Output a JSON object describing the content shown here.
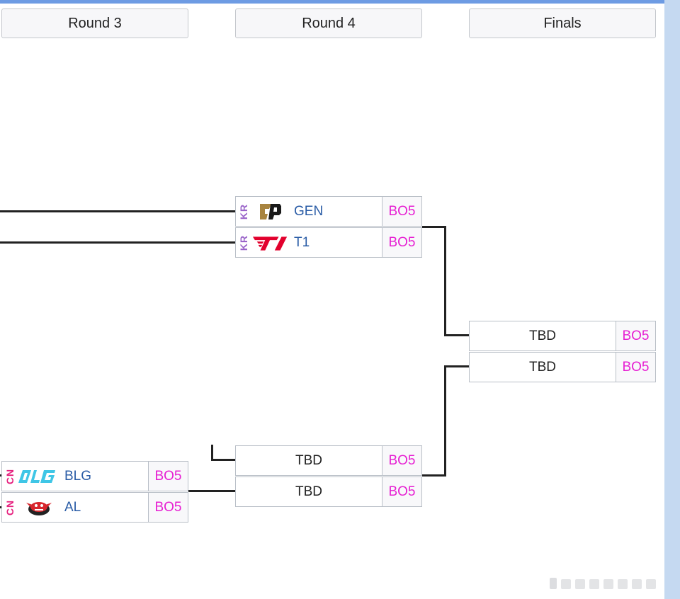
{
  "rounds": [
    {
      "label": "Round 3"
    },
    {
      "label": "Round 4"
    },
    {
      "label": "Finals"
    }
  ],
  "matches": {
    "r3_bottom": {
      "teams": [
        {
          "region": "CN",
          "name": "BLG",
          "logo": "blg-logo",
          "score": "BO5"
        },
        {
          "region": "CN",
          "name": "AL",
          "logo": "al-logo",
          "score": "BO5"
        }
      ]
    },
    "r4_top": {
      "teams": [
        {
          "region": "KR",
          "name": "GEN",
          "logo": "gen-logo",
          "score": "BO5"
        },
        {
          "region": "KR",
          "name": "T1",
          "logo": "t1-logo",
          "score": "BO5"
        }
      ]
    },
    "r4_bottom": {
      "teams": [
        {
          "name": "TBD",
          "score": "BO5"
        },
        {
          "name": "TBD",
          "score": "BO5"
        }
      ]
    },
    "finals": {
      "teams": [
        {
          "name": "TBD",
          "score": "BO5"
        },
        {
          "name": "TBD",
          "score": "BO5"
        }
      ]
    }
  },
  "colors": {
    "region_cn": "#e6207e",
    "region_kr": "#9a64c9",
    "score": "#e61fd2",
    "team_name": "#2a5ca6"
  }
}
